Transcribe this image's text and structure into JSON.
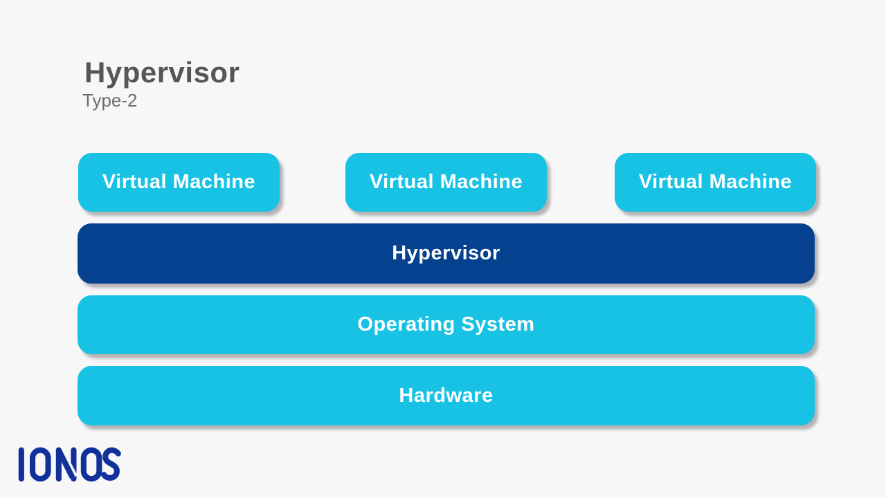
{
  "header": {
    "title": "Hypervisor",
    "subtitle": "Type-2"
  },
  "diagram": {
    "vm_boxes": [
      {
        "label": "Virtual Machine"
      },
      {
        "label": "Virtual Machine"
      },
      {
        "label": "Virtual Machine"
      }
    ],
    "hypervisor": {
      "label": "Hypervisor"
    },
    "operating_system": {
      "label": "Operating System"
    },
    "hardware": {
      "label": "Hardware"
    }
  },
  "branding": {
    "logo_text": "IONOS"
  },
  "colors": {
    "background": "#F7F7F8",
    "box_cyan": "#18C2E4",
    "box_dark_blue": "#05418F",
    "box_text": "#FFFFFF",
    "title_text": "#54565A",
    "subtitle_text": "#6A6D70",
    "logo_blue": "#123099"
  }
}
